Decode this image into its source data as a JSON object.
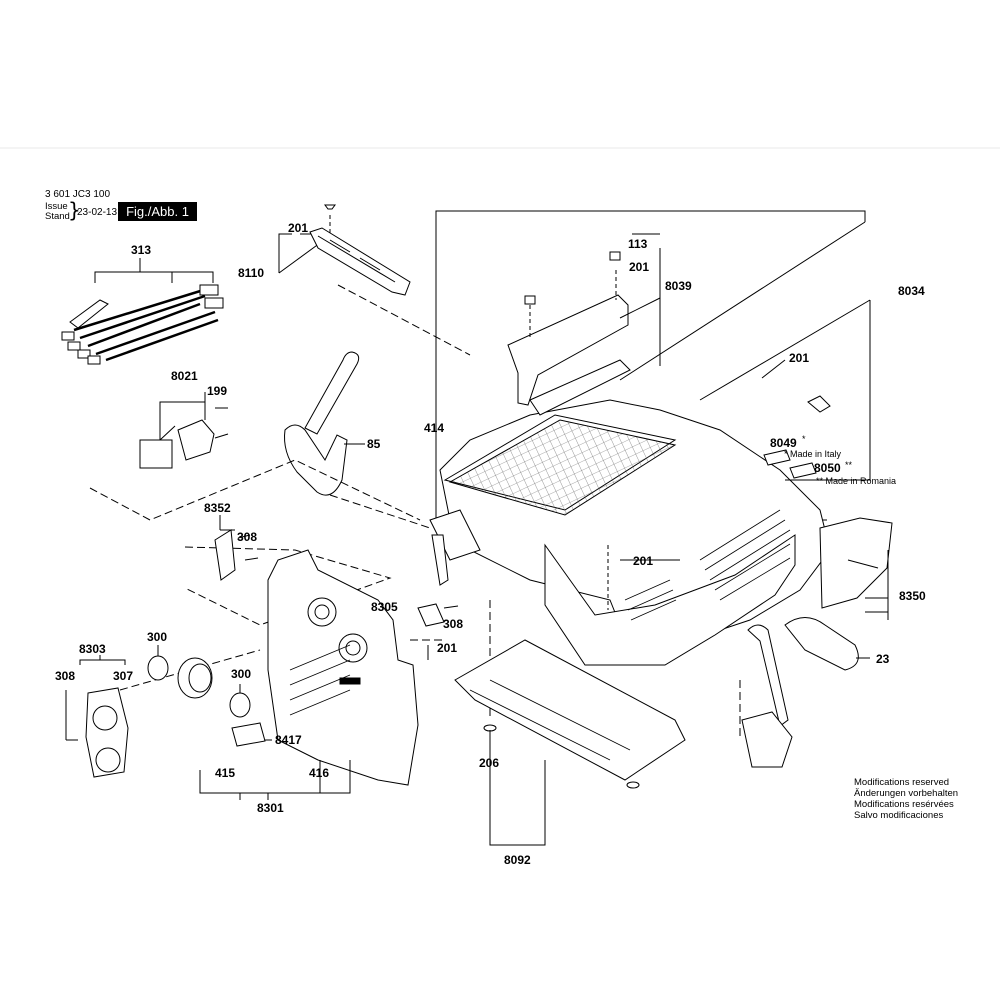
{
  "header": {
    "part_number": "3 601 JC3 100",
    "issue_label": "Issue",
    "stand_label": "Stand",
    "issue_date": "23-02-13",
    "figure_label": "Fig./Abb. 1"
  },
  "notes": {
    "made_in_italy": "* Made in Italy",
    "made_in_romania": "** Made in Romania",
    "modifications": [
      "Modifications reserved",
      "Änderungen vorbehalten",
      "Modifications resérvées",
      "Salvo modificaciones"
    ]
  },
  "callouts": {
    "c313": "313",
    "c201a": "201",
    "c8110": "8110",
    "c113": "113",
    "c201b": "201",
    "c8039": "8039",
    "c8034": "8034",
    "c8021": "8021",
    "c199": "199",
    "c85": "85",
    "c414": "414",
    "c201c": "201",
    "c8049": "8049",
    "c8049_mark": "*",
    "c8050": "8050",
    "c8050_mark": "**",
    "c8352": "8352",
    "c308a": "308",
    "c201d": "201",
    "c8350": "8350",
    "c8305": "8305",
    "c308b": "308",
    "c300a": "300",
    "c201e": "201",
    "c23": "23",
    "c8303": "8303",
    "c308c": "308",
    "c307": "307",
    "c300b": "300",
    "c8417": "8417",
    "c415": "415",
    "c416": "416",
    "c8301": "8301",
    "c206": "206",
    "c8092": "8092"
  },
  "colors": {
    "ink": "#000000",
    "paper": "#ffffff",
    "grid": "#555555",
    "rule": "#e8e8e8"
  }
}
